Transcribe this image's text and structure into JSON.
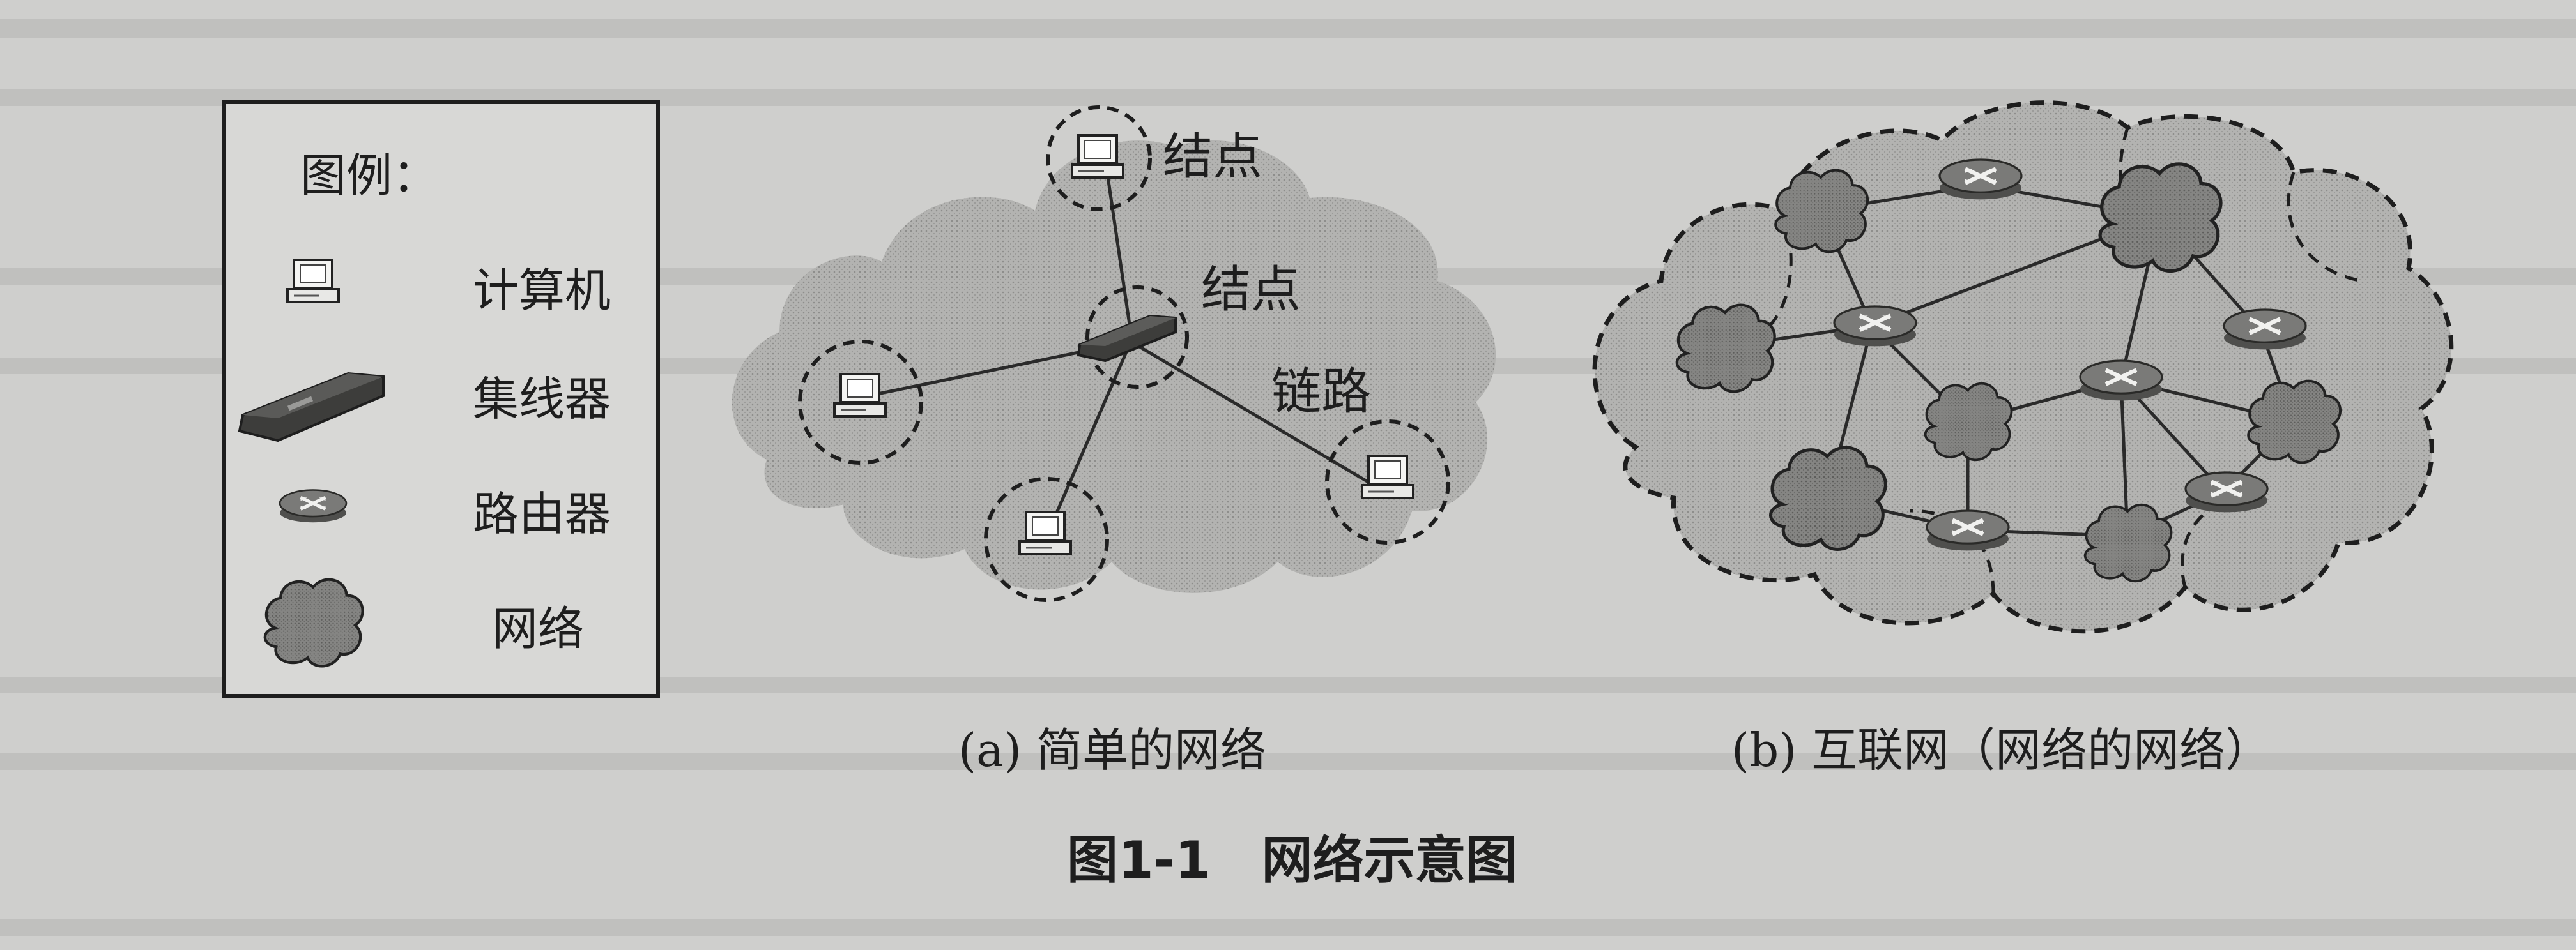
{
  "legend": {
    "title": "图例：",
    "items": [
      {
        "icon": "computer-icon",
        "label": "计算机"
      },
      {
        "icon": "hub-icon",
        "label": "集线器"
      },
      {
        "icon": "router-icon",
        "label": "路由器"
      },
      {
        "icon": "network-cloud-icon",
        "label": "网络"
      }
    ]
  },
  "panel_a": {
    "caption": "(a) 简单的网络",
    "labels": {
      "node_top": "结点",
      "node_center": "结点",
      "link": "链路"
    }
  },
  "panel_b": {
    "caption": "(b) 互联网（网络的网络）"
  },
  "figure_title": "图1-1　网络示意图",
  "colors": {
    "background": "#cfcfcd",
    "cloud_fill": "#a9a9a7",
    "cloud_dark": "#8a8a88",
    "ink": "#1e1e1e",
    "router": "#6d6d6b"
  }
}
